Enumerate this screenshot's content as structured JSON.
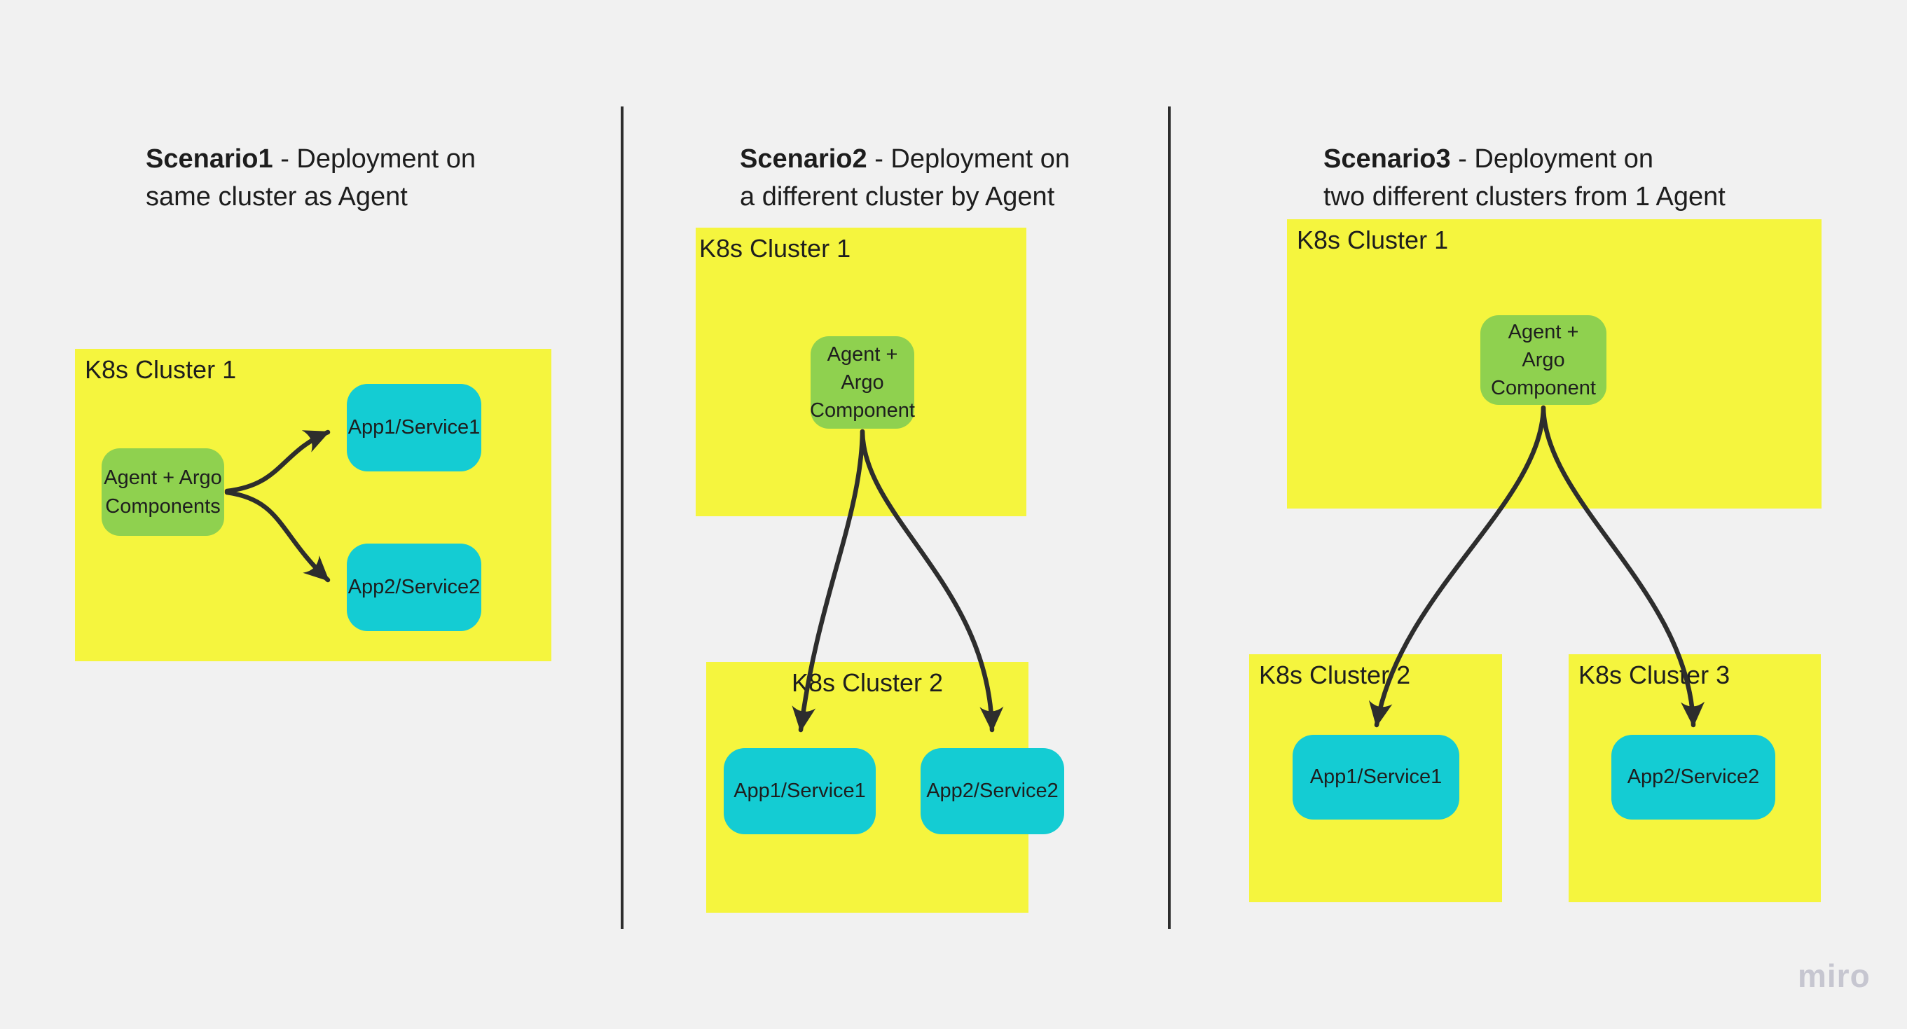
{
  "colors": {
    "background": "#f1f1f1",
    "sticky_yellow": "#f5f53e",
    "node_green": "#8fd14f",
    "node_cyan": "#14ccd3",
    "line_dark": "#2d2d2d",
    "watermark_gray": "#c6c6d0"
  },
  "scenario1": {
    "title": {
      "bold": "Scenario1",
      "rest": " - Deployment on\nsame cluster as Agent"
    },
    "cluster1": {
      "label": "K8s Cluster 1"
    },
    "agent": {
      "label": "Agent + Argo\nComponents"
    },
    "app1": {
      "label": "App1/Service1"
    },
    "app2": {
      "label": "App2/Service2"
    }
  },
  "scenario2": {
    "title": {
      "bold": "Scenario2",
      "rest": " - Deployment on\na different cluster by Agent"
    },
    "cluster1": {
      "label": "K8s Cluster 1"
    },
    "agent": {
      "label": "Agent +\nArgo\nComponent"
    },
    "cluster2": {
      "label": "K8s Cluster 2"
    },
    "app1": {
      "label": "App1/Service1"
    },
    "app2": {
      "label": "App2/Service2"
    }
  },
  "scenario3": {
    "title": {
      "bold": "Scenario3",
      "rest": " - Deployment on\ntwo different clusters from 1 Agent"
    },
    "cluster1": {
      "label": "K8s Cluster 1"
    },
    "agent": {
      "label": "Agent +\nArgo\nComponent"
    },
    "cluster2": {
      "label": "K8s Cluster 2"
    },
    "cluster3": {
      "label": "K8s Cluster 3"
    },
    "app1": {
      "label": "App1/Service1"
    },
    "app2": {
      "label": "App2/Service2"
    }
  },
  "watermark": "miro"
}
